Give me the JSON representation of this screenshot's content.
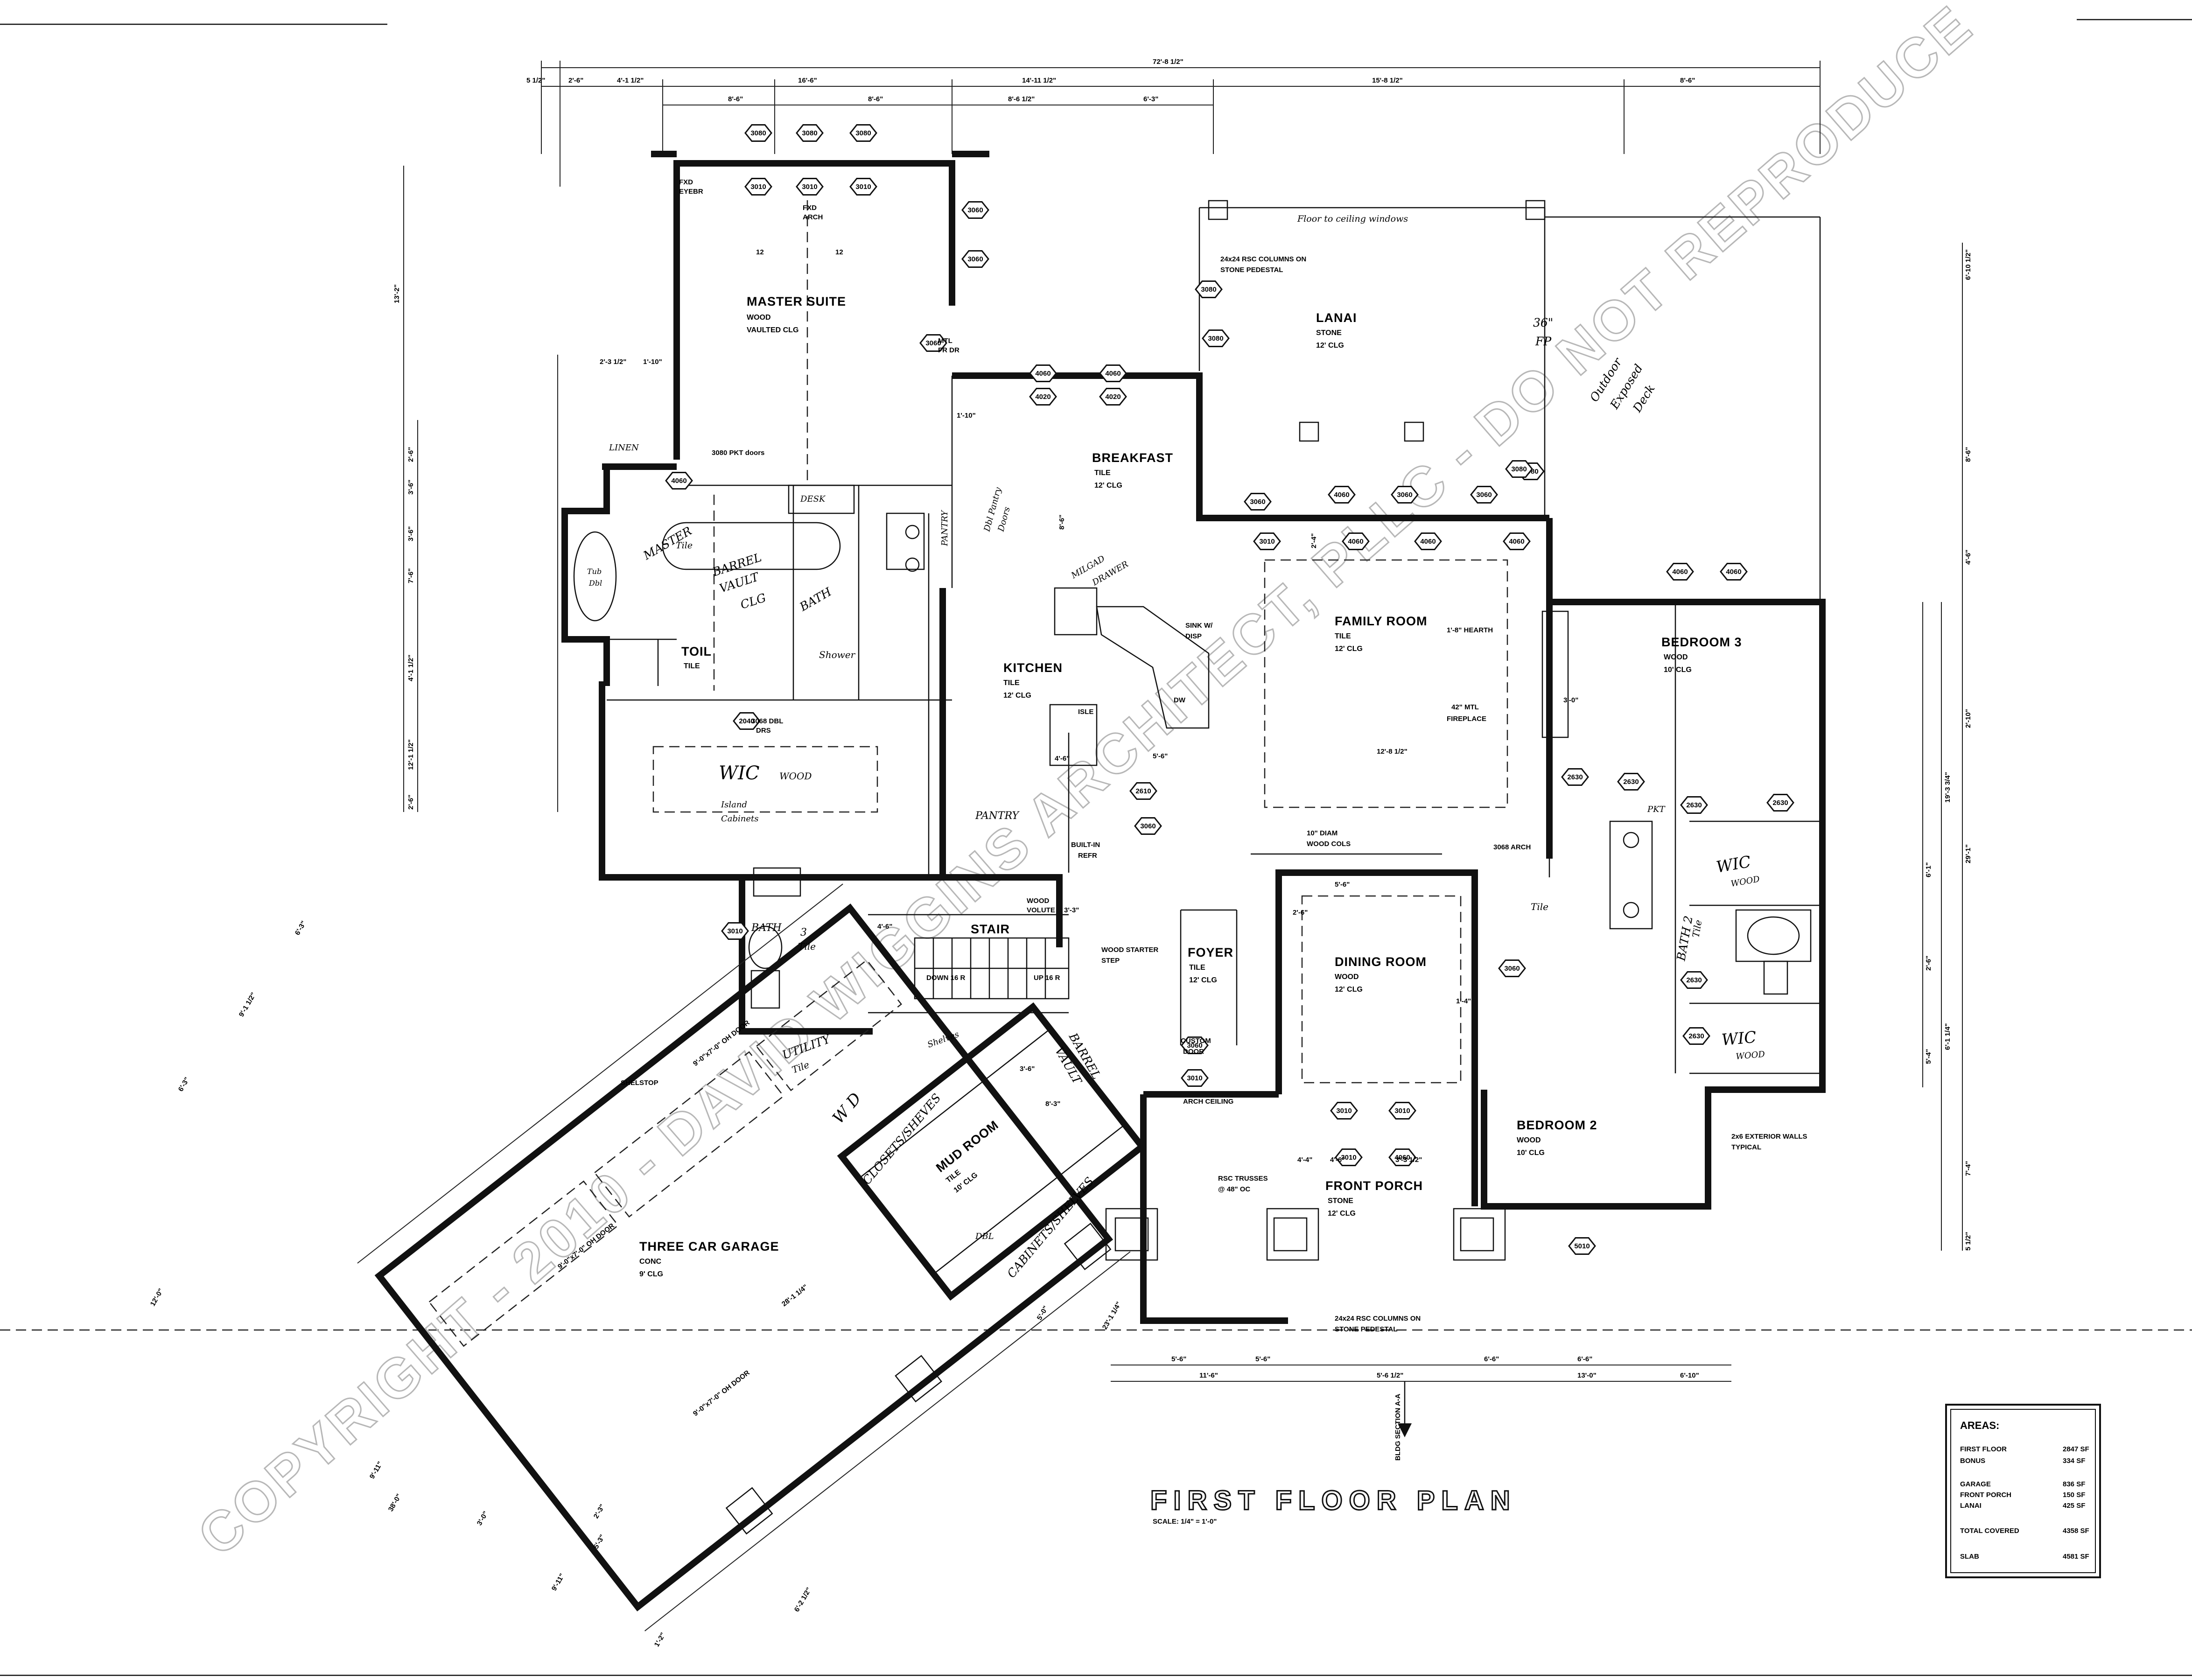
{
  "title": "FIRST FLOOR PLAN",
  "scale": "SCALE: 1/4\" = 1'-0\"",
  "watermark": "COPYRIGHT - 2010 - DAVID WIGGINS ARCHITECT, PLLC - DO NOT REPRODUCE",
  "rooms": {
    "master_suite": {
      "name": "MASTER SUITE",
      "floor": "WOOD",
      "ceiling": "VAULTED CLG"
    },
    "lanai": {
      "name": "LANAI",
      "floor": "STONE",
      "ceiling": "12' CLG"
    },
    "breakfast": {
      "name": "BREAKFAST",
      "floor": "TILE",
      "ceiling": "12' CLG"
    },
    "kitchen": {
      "name": "KITCHEN",
      "floor": "TILE",
      "ceiling": "12' CLG"
    },
    "family_room": {
      "name": "FAMILY ROOM",
      "floor": "TILE",
      "ceiling": "12' CLG"
    },
    "bedroom3": {
      "name": "BEDROOM 3",
      "floor": "WOOD",
      "ceiling": "10' CLG"
    },
    "bedroom2": {
      "name": "BEDROOM 2",
      "floor": "WOOD",
      "ceiling": "10' CLG"
    },
    "dining_room": {
      "name": "DINING ROOM",
      "floor": "WOOD",
      "ceiling": "12' CLG"
    },
    "foyer": {
      "name": "FOYER",
      "floor": "TILE",
      "ceiling": "12' CLG"
    },
    "front_porch": {
      "name": "FRONT PORCH",
      "floor": "STONE",
      "ceiling": "12' CLG"
    },
    "garage": {
      "name": "THREE CAR GARAGE",
      "floor": "CONC",
      "ceiling": "9' CLG"
    },
    "mud_room": {
      "name": "MUD ROOM",
      "floor": "TILE",
      "ceiling": "10' CLG"
    },
    "stair": {
      "name": "STAIR"
    },
    "toil": {
      "name": "TOIL",
      "floor": "TILE"
    }
  },
  "handwritten": {
    "outdoor_deck": [
      "Outdoor",
      "Exposed",
      "Deck"
    ],
    "floor_to_ceiling": "Floor to ceiling windows",
    "fp36": [
      "36\"",
      "FP"
    ],
    "master_bath": [
      "MASTER",
      "BATH"
    ],
    "barrel_vault": [
      "BARREL",
      "VAULT",
      "CLG"
    ],
    "tile": "Tile",
    "shower": "Shower",
    "double_pantry_doors": [
      "Dbl Pantry",
      "Doors"
    ],
    "wic_master": "WIC",
    "wood": "WOOD",
    "island_cabinets": [
      "Island",
      "Cabinets"
    ],
    "pantry": "PANTRY",
    "pantry_upper": "PANTRY",
    "bath3": [
      "BATH",
      "3",
      "Tile"
    ],
    "utility": [
      "UTILITY",
      "Tile"
    ],
    "closets_shelves": "CLOSETS/SHEVES",
    "shelves": "Shelves",
    "barrel_vault_2": [
      "BARREL",
      "VAULT"
    ],
    "cabinets_shelves": "CABINETS/SHELVES",
    "bath2": [
      "BATH 2",
      "Tile"
    ],
    "wic_bed3": [
      "WIC",
      "WOOD"
    ],
    "wic_bed2": [
      "WIC",
      "WOOD"
    ],
    "tile_hall": "Tile",
    "wd": "W D",
    "milgard": [
      "MILGAD",
      "DRAWER"
    ],
    "pkt": "PKT",
    "dbl": "DBL",
    "tub": [
      "Tub",
      "Dbl"
    ],
    "linen": "LINEN",
    "desk": "DESK"
  },
  "notes": {
    "columns_top": [
      "24x24 RSC COLUMNS ON",
      "STONE PEDESTAL"
    ],
    "columns_bottom": [
      "24x24 RSC COLUMNS ON",
      "STONE PEDESTAL"
    ],
    "hearth": "1'-8\" HEARTH",
    "fireplace": [
      "42\" MTL",
      "FIREPLACE"
    ],
    "wood_cols": [
      "10\" DIAM",
      "WOOD COLS"
    ],
    "arch_3068": "3068 ARCH",
    "wood_starter": [
      "WOOD STARTER",
      "STEP"
    ],
    "wood_volute": [
      "WOOD",
      "VOLUTE"
    ],
    "up16r": "UP 16 R",
    "down16r": "DOWN 16 R",
    "shelstop": "SHELSTOP",
    "built_in_refr": [
      "BUILT-IN",
      "REFR"
    ],
    "sink_disp": [
      "SINK W/",
      "DISP"
    ],
    "dw": "DW",
    "isle": "ISLE",
    "rsc_trusses": [
      "RSC TRUSSES",
      "@ 48\" OC"
    ],
    "custom_door": [
      "CUSTOM",
      "DOOR"
    ],
    "arch_ceiling": "ARCH CEILING",
    "exterior_walls": [
      "2x6 EXTERIOR WALLS",
      "TYPICAL"
    ],
    "bldg_section": "BLDG SECTION A-A",
    "garage_door_1": "9'-0\"x7'-0\" OH DOOR",
    "garage_door_2": "9'-0\"x7'-0\" OH DOOR",
    "garage_door_3": "9'-0\"x7'-0\" OH DOOR",
    "mtl_fr_dr": [
      "MTL",
      "FR DR"
    ],
    "fxd_eyebr": [
      "FXD",
      "EYEBR"
    ],
    "fxd_arch": [
      "FXD",
      "ARCH"
    ],
    "dbl_drs": [
      "3068 DBL",
      "DRS"
    ],
    "pkt_doors": "3080 PKT doors",
    "pitch": "12"
  },
  "window_tags": [
    "3080",
    "3080",
    "3080",
    "3010",
    "3010",
    "3010",
    "3060",
    "3060",
    "3060",
    "3080",
    "3080",
    "4060",
    "4060",
    "4020",
    "4020",
    "3060",
    "4060",
    "3060",
    "3060",
    "3080",
    "3010",
    "4060",
    "4060",
    "4060",
    "4060",
    "4060",
    "2630",
    "2630",
    "2630",
    "2630",
    "2630",
    "2630",
    "3010",
    "3010",
    "3010",
    "4060",
    "3060",
    "3010",
    "3080",
    "2040",
    "4060",
    "2610",
    "3010",
    "3060",
    "3060",
    "5010"
  ],
  "dimensions": {
    "top_overall": "72'-8 1/2\"",
    "top_row1": [
      "5 1/2\"",
      "2'-6\"",
      "4'-1 1/2\"",
      "16'-6\"",
      "14'-11 1/2\"",
      "15'-8 1/2\"",
      "8'-6\""
    ],
    "top_row2": [
      "8'-6\"",
      "8'-6\"",
      "8'-6 1/2\"",
      "6'-3\""
    ],
    "left_col": [
      "13'-2\"",
      "2'-3 1/2\"",
      "1'-10\"",
      "2'-6\"",
      "3'-6\"",
      "3'-6\"",
      "7'-6\"",
      "4'-1 1/2\"",
      "12'-1 1/2\"",
      "2'-6\""
    ],
    "right_col": [
      "6'-10 1/2\"",
      "8'-6\"",
      "4'-6\"",
      "2'-10\"",
      "19'-3 3/4\"",
      "29'-1\"",
      "6'-1\"",
      "2'-6\"",
      "5'-4\"",
      "6'-1 1/4\"",
      "7'-4\"",
      "5 1/2\""
    ],
    "bottom": [
      "11'-6\"",
      "5'-6\"",
      "5'-6\"",
      "5'-6 1/2\"",
      "6'-6\"",
      "6'-6\"",
      "13'-0\"",
      "6'-10\""
    ],
    "garage": [
      "6'-3\"",
      "9'-1 1/2\"",
      "6'-3\"",
      "12'-0\"",
      "28'-1 1/4\"",
      "9'-11\"",
      "38'-0\"",
      "3'-0\"",
      "2'-3\"",
      "5'-3\"",
      "6'-2 1/2\"",
      "9'-11\"",
      "1'-2\"",
      "23'-1 1/4\"",
      "5'-0\""
    ],
    "interior": [
      "12'-8 1/2\"",
      "8'-6\"",
      "5'-6\"",
      "4'-6\"",
      "4'-4\"",
      "4'-6\"",
      "3'-3 1/2\"",
      "4'-6\"",
      "3'-0\"",
      "2'-4\"",
      "1'-10\"",
      "2'-6\"",
      "1'-4\"",
      "3'-3\"",
      "5'-6\"",
      "3'-6\"",
      "8'-3\""
    ]
  },
  "areas": {
    "header": "AREAS:",
    "rows": [
      {
        "label": "FIRST FLOOR",
        "value": "2847 SF"
      },
      {
        "label": "BONUS",
        "value": "334 SF"
      },
      {
        "label": "GARAGE",
        "value": "836 SF"
      },
      {
        "label": "FRONT PORCH",
        "value": "150 SF"
      },
      {
        "label": "LANAI",
        "value": "425 SF"
      },
      {
        "label": "TOTAL COVERED",
        "value": "4358 SF"
      },
      {
        "label": "SLAB",
        "value": "4581 SF"
      }
    ]
  }
}
